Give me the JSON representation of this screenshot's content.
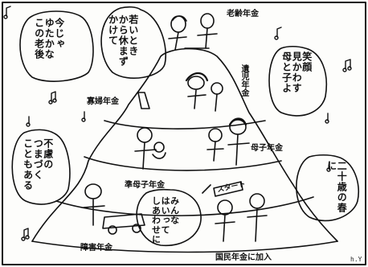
{
  "labels": {
    "old_age": "老齢年金",
    "orphan": "遺児年金",
    "widow": "寡婦年金",
    "mother_child": "母子年金",
    "quasi_mother_child": "準母子年金",
    "disability": "障害年金",
    "join": "国民年金に加入",
    "start_sign": "スタート"
  },
  "bubbles": {
    "top_left": [
      "若いとき",
      "から休まず",
      "かけて",
      "今じゃ",
      "ゆたかな",
      "この老後"
    ],
    "right_upper": [
      "笑顔",
      "見かわす",
      "母と子よ"
    ],
    "left_lower": [
      "不慮の",
      "つまづく",
      "こともある"
    ],
    "right_lower": [
      "二十歳の春に"
    ],
    "bottom_center": [
      "みんな",
      "はいって",
      "しあわせに"
    ]
  },
  "signature": "h.Y"
}
